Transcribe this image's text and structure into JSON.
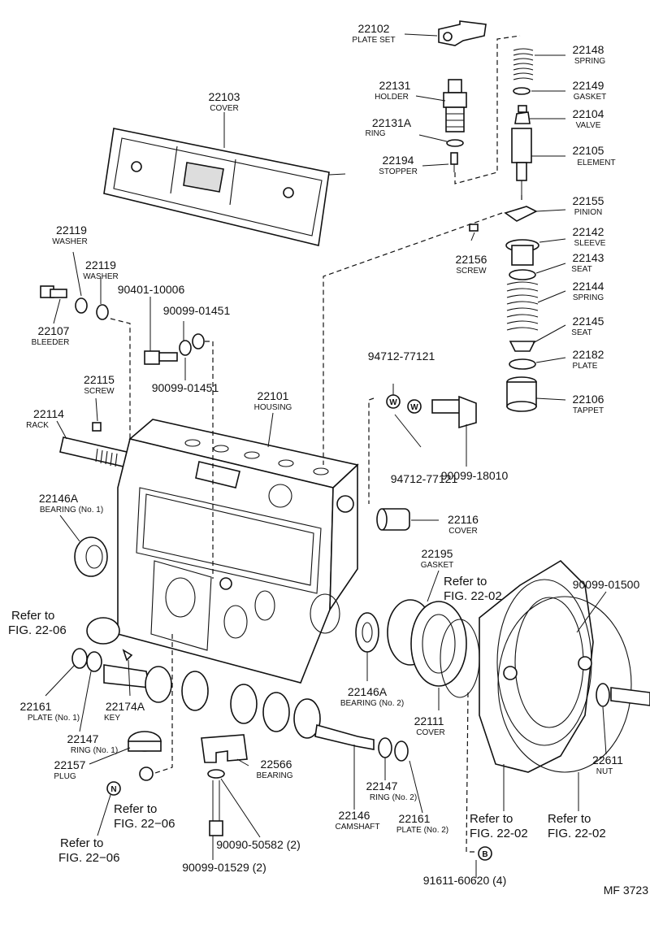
{
  "labels": {
    "p22102": {
      "num": "22102",
      "name": "PLATE SET"
    },
    "p22103": {
      "num": "22103",
      "name": "COVER"
    },
    "p22131": {
      "num": "22131",
      "name": "HOLDER"
    },
    "p22131a": {
      "num": "22131A",
      "name": "RING"
    },
    "p22194": {
      "num": "22194",
      "name": "STOPPER"
    },
    "p22148": {
      "num": "22148",
      "name": "SPRING"
    },
    "p22149": {
      "num": "22149",
      "name": "GASKET"
    },
    "p22104": {
      "num": "22104",
      "name": "VALVE"
    },
    "p22105": {
      "num": "22105",
      "name": "ELEMENT"
    },
    "p22155": {
      "num": "22155",
      "name": "PINION"
    },
    "p22142": {
      "num": "22142",
      "name": "SLEEVE"
    },
    "p22156": {
      "num": "22156",
      "name": "SCREW"
    },
    "p22143": {
      "num": "22143",
      "name": "SEAT"
    },
    "p22144": {
      "num": "22144",
      "name": "SPRING"
    },
    "p22145": {
      "num": "22145",
      "name": "SEAT"
    },
    "p22182": {
      "num": "22182",
      "name": "PLATE"
    },
    "p22106": {
      "num": "22106",
      "name": "TAPPET"
    },
    "p22119a": {
      "num": "22119",
      "name": "WASHER"
    },
    "p22119b": {
      "num": "22119",
      "name": "WASHER"
    },
    "p9040110006": {
      "num": "90401-10006"
    },
    "p22107": {
      "num": "22107",
      "name": "BLEEDER"
    },
    "p9009901451a": {
      "num": "90099-01451"
    },
    "p9009901451b": {
      "num": "90099-01451"
    },
    "p22115": {
      "num": "22115",
      "name": "SCREW"
    },
    "p22114": {
      "num": "22114",
      "name": "RACK"
    },
    "p22101": {
      "num": "22101",
      "name": "HOUSING"
    },
    "p9471277121a": {
      "num": "94712-77121"
    },
    "p9471277121b": {
      "num": "94712-77121"
    },
    "p9009918010": {
      "num": "90099-18010"
    },
    "p22146a1": {
      "num": "22146A",
      "name": "BEARING (No. 1)"
    },
    "p22116": {
      "num": "22116",
      "name": "COVER"
    },
    "p22195": {
      "num": "22195",
      "name": "GASKET"
    },
    "p9009901500": {
      "num": "90099-01500"
    },
    "p22146a2": {
      "num": "22146A",
      "name": "BEARING (No. 2)"
    },
    "p22111": {
      "num": "22111",
      "name": "COVER"
    },
    "p22161a": {
      "num": "22161",
      "name": "PLATE (No. 1)"
    },
    "p22174a": {
      "num": "22174A",
      "name": "KEY"
    },
    "p22147a": {
      "num": "22147",
      "name": "RING (No. 1)"
    },
    "p22157": {
      "num": "22157",
      "name": "PLUG"
    },
    "p22566": {
      "num": "22566",
      "name": "BEARING"
    },
    "p22147b": {
      "num": "22147",
      "name": "RING (No. 2)"
    },
    "p22146": {
      "num": "22146",
      "name": "CAMSHAFT"
    },
    "p22161b": {
      "num": "22161",
      "name": "PLATE (No. 2)"
    },
    "p22611": {
      "num": "22611",
      "name": "NUT"
    },
    "p9009050582": {
      "num": "90090-50582 (2)"
    },
    "p9009901529": {
      "num": "90099-01529 (2)"
    },
    "p9161160620": {
      "num": "91611-60620 (4)"
    }
  },
  "refs": {
    "r1": {
      "line1": "Refer to",
      "line2": "FIG. 22-06"
    },
    "r2": {
      "line1": "Refer to",
      "line2": "FIG. 22-02"
    },
    "r3": {
      "line1": "Refer to",
      "line2": "FIG. 22−06"
    },
    "r4": {
      "line1": "Refer to",
      "line2": "FIG. 22−06"
    },
    "r5": {
      "line1": "Refer to",
      "line2": "FIG. 22-02"
    },
    "r6": {
      "line1": "Refer to",
      "line2": "FIG. 22-02"
    }
  },
  "circle_marks": {
    "w1": "W",
    "w2": "W",
    "n": "N",
    "b": "B"
  },
  "diagram_code": "MF 3723"
}
